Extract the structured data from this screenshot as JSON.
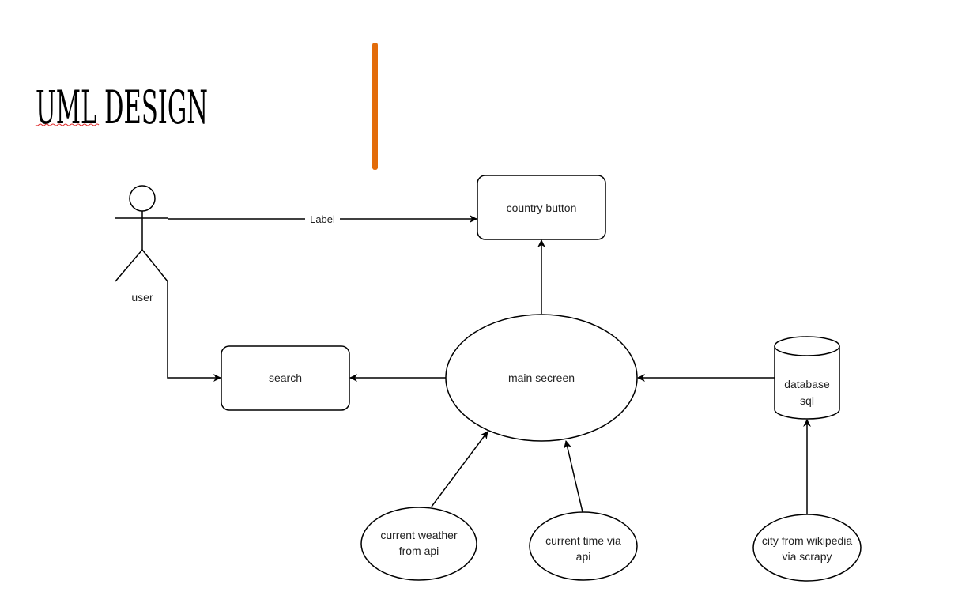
{
  "slide": {
    "title": "UML DESIGN",
    "accent_color": "#E36C0A"
  },
  "diagram": {
    "actor": {
      "label": "user"
    },
    "edge_label": "Label",
    "nodes": {
      "country_button": "country button",
      "search": "search",
      "main_screen": "main secreen",
      "database": [
        "database",
        "sql"
      ],
      "weather": [
        "current weather",
        "from api"
      ],
      "time": [
        "current time via",
        "api"
      ],
      "city": [
        "city from wikipedia",
        "via scrapy"
      ]
    }
  }
}
